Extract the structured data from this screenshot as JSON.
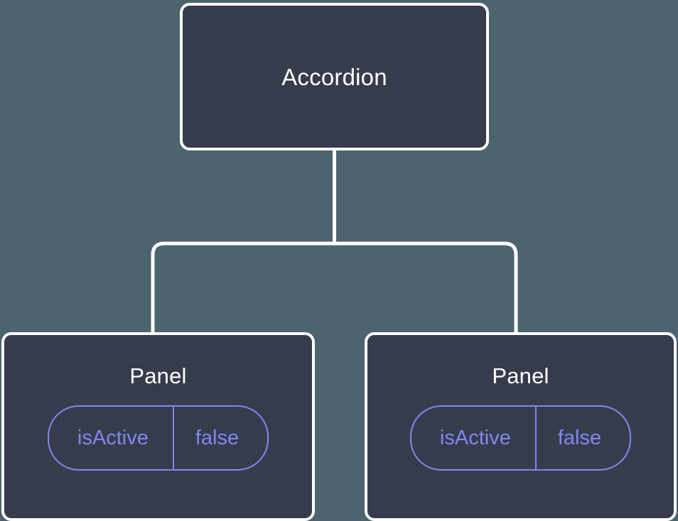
{
  "canvas": {
    "background_color": "#4b646e",
    "node_fill_color": "#363c4c",
    "node_border_color": "#ffffff",
    "connector_color": "#ffffff",
    "pill_accent_color": "#8287f0"
  },
  "tree": {
    "root": {
      "title": "Accordion"
    },
    "children": [
      {
        "title": "Panel",
        "props": [
          {
            "key": "isActive",
            "value": "false"
          }
        ]
      },
      {
        "title": "Panel",
        "props": [
          {
            "key": "isActive",
            "value": "false"
          }
        ]
      }
    ]
  }
}
